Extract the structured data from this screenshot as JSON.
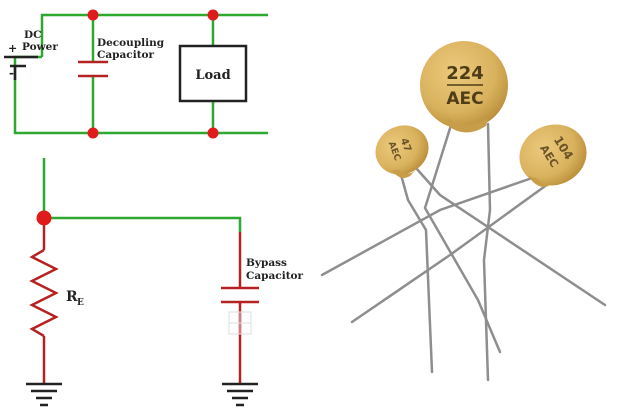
{
  "colors": {
    "wire": "#2ea82e",
    "component": "#b52222",
    "node": "#e01b1b",
    "ink": "#222222",
    "ceramic": "#d9b25e",
    "ceramic_shade": "#b88c38",
    "lead": "#8e8e8e"
  },
  "circuit_top": {
    "battery": {
      "label_line1": "DC",
      "label_line2": "Power",
      "plus": "+",
      "minus": "-"
    },
    "decoupling": {
      "label_line1": "Decoupling",
      "label_line2": "Capacitor"
    },
    "load": {
      "label": "Load"
    }
  },
  "circuit_bottom": {
    "resistor": {
      "label": "R",
      "subscript": "E"
    },
    "bypass": {
      "label_line1": "Bypass",
      "label_line2": "Capacitor"
    }
  },
  "photo": {
    "capacitors": [
      {
        "code": "224",
        "brand": "AEC"
      },
      {
        "code": "47",
        "brand": "AEC"
      },
      {
        "code": "104",
        "brand": "AEC"
      }
    ]
  }
}
